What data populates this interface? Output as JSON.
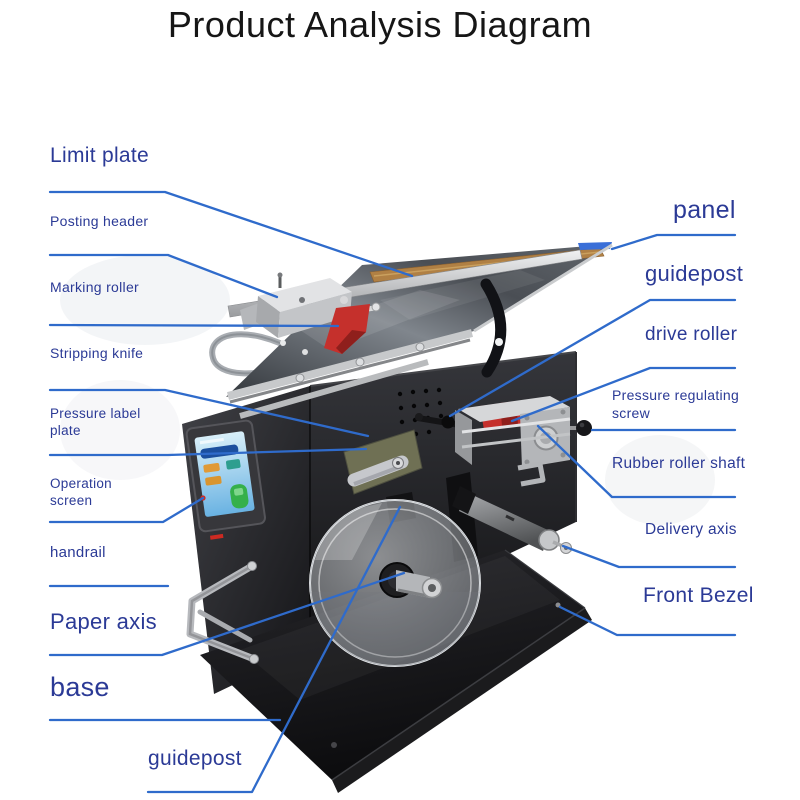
{
  "title": "Product Analysis Diagram",
  "colors": {
    "label_text": "#2b3a96",
    "leader_line": "#2f6bcb",
    "machine_red": "#c5302c",
    "panel_tip_blue": "#3a6fd8"
  },
  "labels": {
    "left": [
      {
        "id": "limit-plate",
        "text": "Limit plate"
      },
      {
        "id": "posting-header",
        "text": "Posting header"
      },
      {
        "id": "marking-roller",
        "text": "Marking roller"
      },
      {
        "id": "stripping-knife",
        "text": "Stripping knife"
      },
      {
        "id": "pressure-label-plate",
        "text": "Pressure label plate"
      },
      {
        "id": "operation-screen",
        "text": "Operation screen"
      },
      {
        "id": "handrail",
        "text": "handrail"
      },
      {
        "id": "paper-axis",
        "text": "Paper axis"
      },
      {
        "id": "base",
        "text": "base"
      },
      {
        "id": "guidepost-bottom",
        "text": "guidepost"
      }
    ],
    "right": [
      {
        "id": "panel",
        "text": "panel"
      },
      {
        "id": "guidepost-right",
        "text": "guidepost"
      },
      {
        "id": "drive-roller",
        "text": "drive roller"
      },
      {
        "id": "pressure-regulating-screw",
        "text": "Pressure regulating screw"
      },
      {
        "id": "rubber-roller-shaft",
        "text": "Rubber roller shaft"
      },
      {
        "id": "delivery-axis",
        "text": "Delivery axis"
      },
      {
        "id": "front-bezel",
        "text": "Front Bezel"
      }
    ]
  }
}
